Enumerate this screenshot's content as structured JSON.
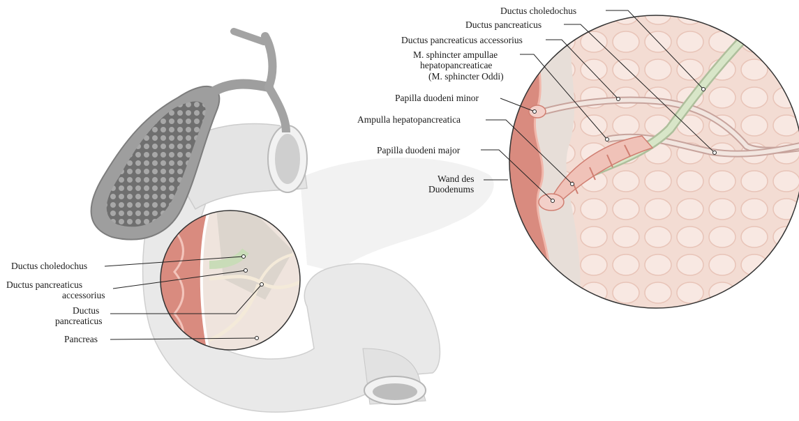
{
  "overview_labels": {
    "ductus_choledochus": "Ductus choledochus",
    "ductus_pancreaticus_accessorius_l1": "Ductus pancreaticus",
    "ductus_pancreaticus_accessorius_l2": "accessorius",
    "ductus_pancreaticus_l1": "Ductus",
    "ductus_pancreaticus_l2": "pancreaticus",
    "pancreas": "Pancreas"
  },
  "detail_labels": {
    "ductus_choledochus": "Ductus choledochus",
    "ductus_pancreaticus": "Ductus pancreaticus",
    "ductus_pancreaticus_accessorius": "Ductus pancreaticus accessorius",
    "sphincter_l1": "M. sphincter ampullae",
    "sphincter_l2": "hepatopancreaticae",
    "sphincter_l3": "(M. sphincter Oddi)",
    "papilla_minor": "Papilla duodeni minor",
    "ampulla": "Ampulla hepatopancreatica",
    "papilla_major": "Papilla duodeni major",
    "wand_l1": "Wand des",
    "wand_l2": "Duodenums"
  },
  "colors": {
    "duodenum": "#e6e6e6",
    "gallbladder_wall": "#9a9a9a",
    "mucosa": "#d98b7f",
    "bile_duct": "#c9dcb8",
    "pancreatic_duct": "#f2e6d8",
    "pancreas_tissue": "#f4dcd3"
  }
}
